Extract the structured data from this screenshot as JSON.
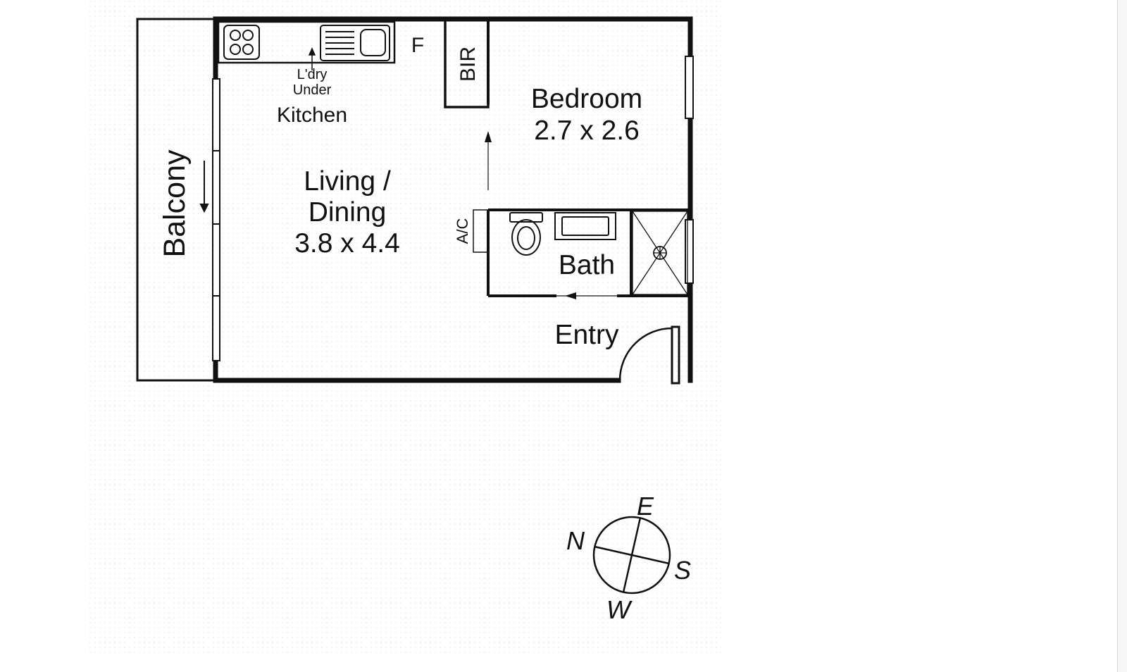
{
  "floor_plan": {
    "rooms": {
      "balcony": "Balcony",
      "kitchen": "Kitchen",
      "laundry_line1": "L'dry",
      "laundry_line2": "Under",
      "fridge": "F",
      "bir": "BIR",
      "bedroom_name": "Bedroom",
      "bedroom_size": "2.7 x 2.6",
      "living_line1": "Living /",
      "living_line2": "Dining",
      "living_size": "3.8 x 4.4",
      "ac": "A/C",
      "bath": "Bath",
      "entry": "Entry"
    },
    "compass": {
      "north": "N",
      "east": "E",
      "south": "S",
      "west": "W"
    },
    "colors": {
      "wall": "#111111",
      "background": "#ffffff",
      "stipple": "#e6e6e6"
    }
  }
}
